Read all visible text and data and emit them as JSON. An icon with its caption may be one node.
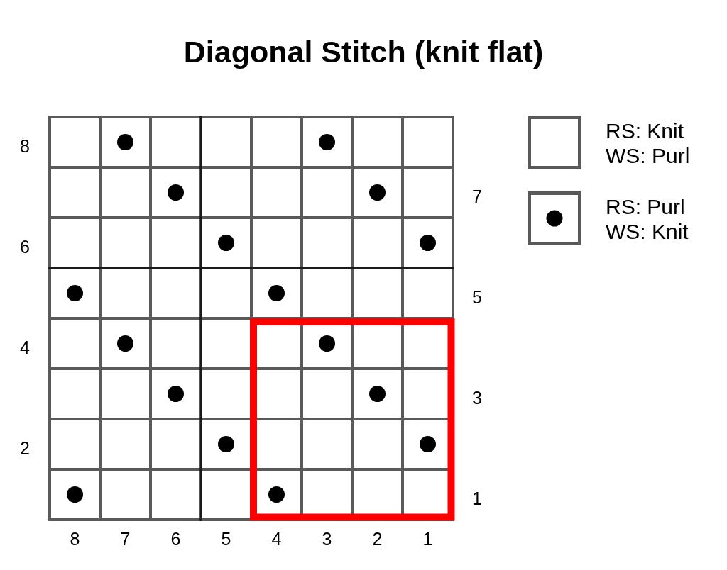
{
  "diagram": {
    "title": "Diagonal Stitch (knit flat)",
    "labels": [
      "8",
      "7",
      "6",
      "5",
      "4",
      "3",
      "2",
      "1",
      "8",
      "7",
      "6",
      "5",
      "4",
      "3",
      "2",
      "1"
    ],
    "legend": [
      {
        "text": "RS: Knit WS: Purl"
      },
      {
        "text": "RS: Purl WS: Knit"
      }
    ]
  }
}
